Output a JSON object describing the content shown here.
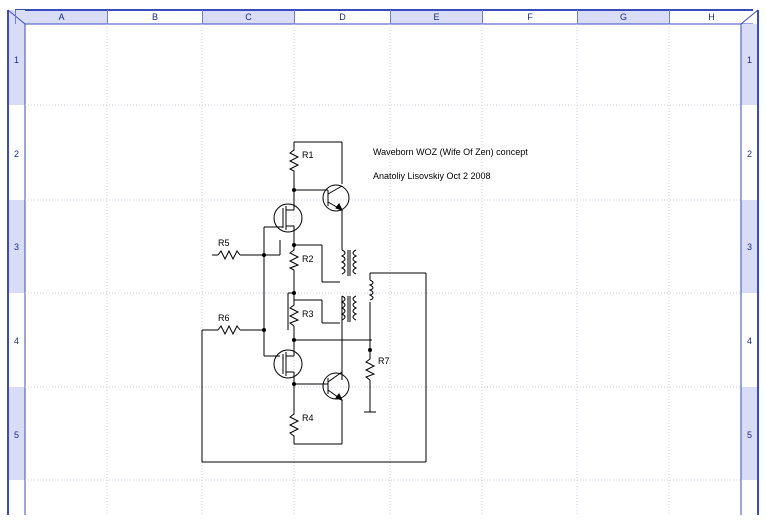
{
  "sheet": {
    "columns": [
      "A",
      "B",
      "C",
      "D",
      "E",
      "F",
      "G",
      "H"
    ],
    "rows": [
      "1",
      "2",
      "3",
      "4",
      "5"
    ]
  },
  "schematic": {
    "title": "Waveborn WOZ (Wife Of Zen) concept",
    "author": "Anatoliy Lisovskiy Oct 2 2008",
    "labels": {
      "r1": "R1",
      "r2": "R2",
      "r3": "R3",
      "r4": "R4",
      "r5": "R5",
      "r6": "R6",
      "r7": "R7"
    }
  },
  "colors": {
    "border": "#3a4bbf",
    "grid": "#c8cce6",
    "header_band": "#d8ddf5",
    "wire": "#000000"
  }
}
